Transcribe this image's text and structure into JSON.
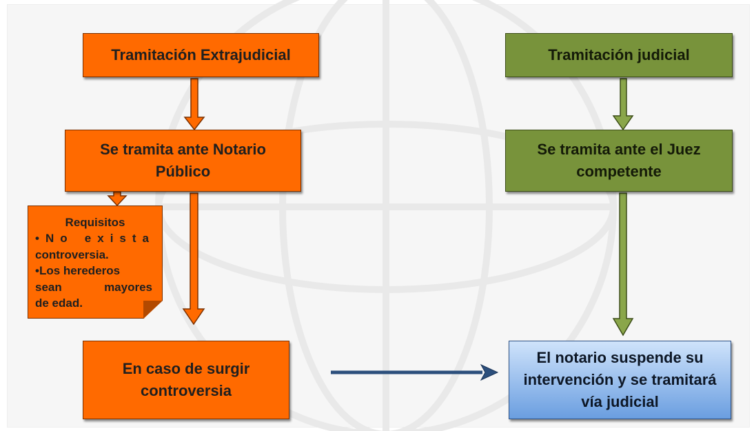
{
  "left_column": {
    "top_box": "Tramitación Extrajudicial",
    "middle_box": "Se tramita ante Notario Público",
    "bottom_box": "En caso de surgir controversia"
  },
  "requirements_note": {
    "title": "Requisitos",
    "line1": "•No exista",
    "line2": "controversia.",
    "line3": "•Los herederos",
    "line4": "sean mayores",
    "line5": "de edad."
  },
  "right_column": {
    "top_box": "Tramitación judicial",
    "middle_box": "Se tramita ante el Juez competente",
    "bottom_box": "El notario suspende su intervención y se tramitará vía judicial"
  },
  "colors": {
    "orange": "#ff6a00",
    "green": "#78933b",
    "blue": "#6a9ee0",
    "connector": "#2c4f7c"
  }
}
